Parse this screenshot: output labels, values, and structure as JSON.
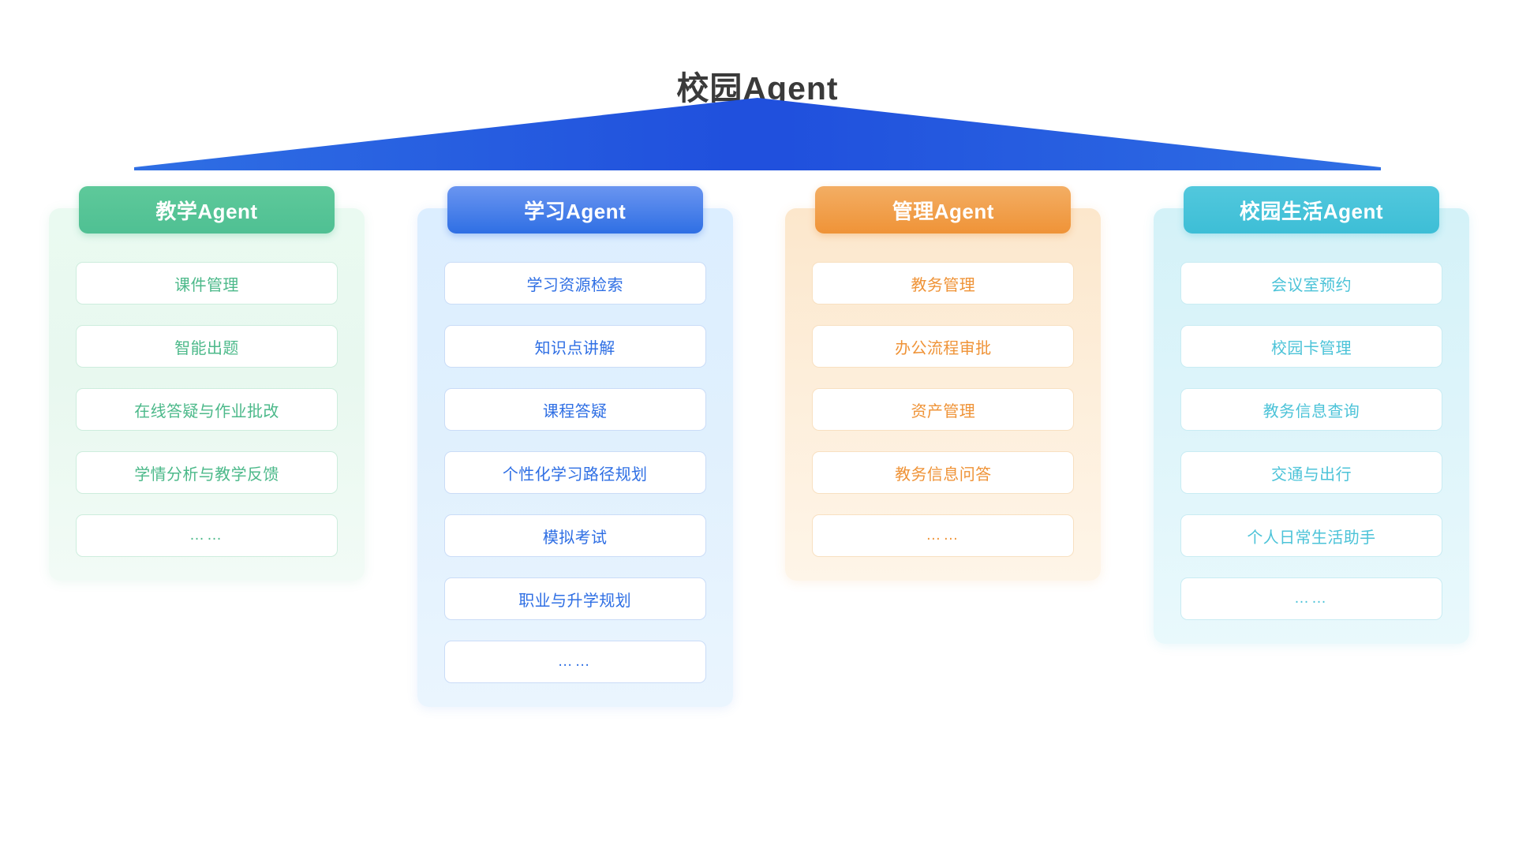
{
  "title": "校园Agent",
  "roof": {
    "shape": "triangle-roof",
    "color": "#2f6fe4",
    "apex_color": "#1f49d6"
  },
  "colors": {
    "title": "#3a3a3a",
    "teaching": "#4cb98a",
    "learning": "#2f6fe4",
    "management": "#ef9337",
    "campus_life": "#4cc3d8"
  },
  "columns": [
    {
      "id": "teaching",
      "header": "教学Agent",
      "items": [
        "课件管理",
        "智能出题",
        "在线答疑与作业批改",
        "学情分析与教学反馈",
        "……"
      ]
    },
    {
      "id": "learning",
      "header": "学习Agent",
      "items": [
        "学习资源检索",
        "知识点讲解",
        "课程答疑",
        "个性化学习路径规划",
        "模拟考试",
        "职业与升学规划",
        "……"
      ]
    },
    {
      "id": "management",
      "header": "管理Agent",
      "items": [
        "教务管理",
        "办公流程审批",
        "资产管理",
        "教务信息问答",
        "……"
      ]
    },
    {
      "id": "campus-life",
      "header": "校园生活Agent",
      "items": [
        "会议室预约",
        "校园卡管理",
        "教务信息查询",
        "交通与出行",
        "个人日常生活助手",
        "……"
      ]
    }
  ]
}
